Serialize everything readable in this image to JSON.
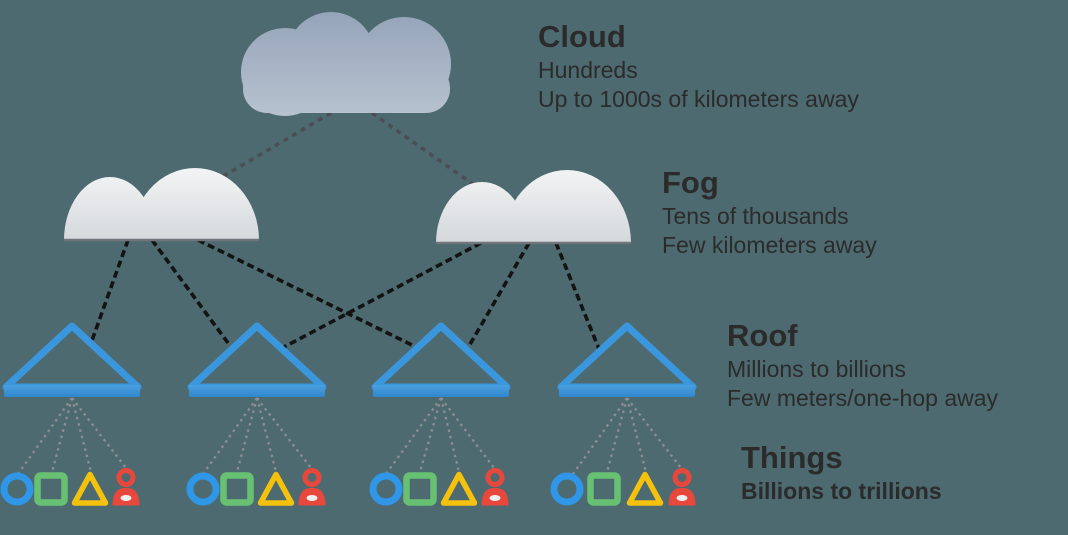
{
  "canvas": {
    "background": "#4d6a70"
  },
  "colors": {
    "cloud_top": "#95a4b9",
    "cloud_bottom": "#b9c3d0",
    "fog_top": "#f4f5f6",
    "fog_bottom": "#d3d7da",
    "fog_edge": "#6f757a",
    "roof_blue": "#3b97dd",
    "link_dark": "#131313",
    "link_gray": "#4b4e55",
    "fan_gray": "#8a8f94",
    "thing_circle_blue": "#2f96e8",
    "thing_square_green": "#68c172",
    "thing_triangle_yellow": "#f4c20d",
    "thing_person_red": "#e8483c",
    "text": "#2b2b2b"
  },
  "levels": [
    {
      "title": "Cloud",
      "lines": [
        "Hundreds",
        "Up to 1000s of kilometers away"
      ]
    },
    {
      "title": "Fog",
      "lines": [
        "Tens of thousands",
        "Few kilometers away"
      ]
    },
    {
      "title": "Roof",
      "lines": [
        "Millions to billions",
        "Few meters/one-hop away"
      ]
    },
    {
      "title": "Things",
      "lines": [
        "Billions to trillions"
      ]
    }
  ],
  "nodes": {
    "cloud_count": 1,
    "fog_count": 2,
    "roof_count": 4,
    "thing_group_count": 4,
    "thing_icons": [
      "circle-device",
      "square-device",
      "triangle-device",
      "person-device"
    ]
  }
}
